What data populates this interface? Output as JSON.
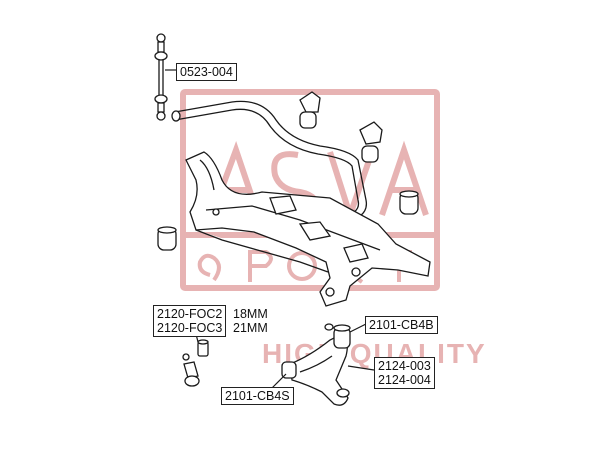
{
  "labels": {
    "link": "0523-004",
    "balljoint_a": "2120-FOC2",
    "balljoint_b": "2120-FOC3",
    "size_a": "18MM",
    "size_b": "21MM",
    "bushing_front": "2101-CB4B",
    "arm_a": "2124-003",
    "arm_b": "2124-004",
    "bushing_rear": "2101-CB4S"
  },
  "watermark": {
    "brand": "ASVA",
    "line2": "SPORT",
    "slogan": "HIGH QUALITY",
    "color": "#e7b3b3"
  },
  "colors": {
    "line": "#1a1a1a",
    "part_fill": "#ffffff",
    "label_border": "#222222"
  }
}
